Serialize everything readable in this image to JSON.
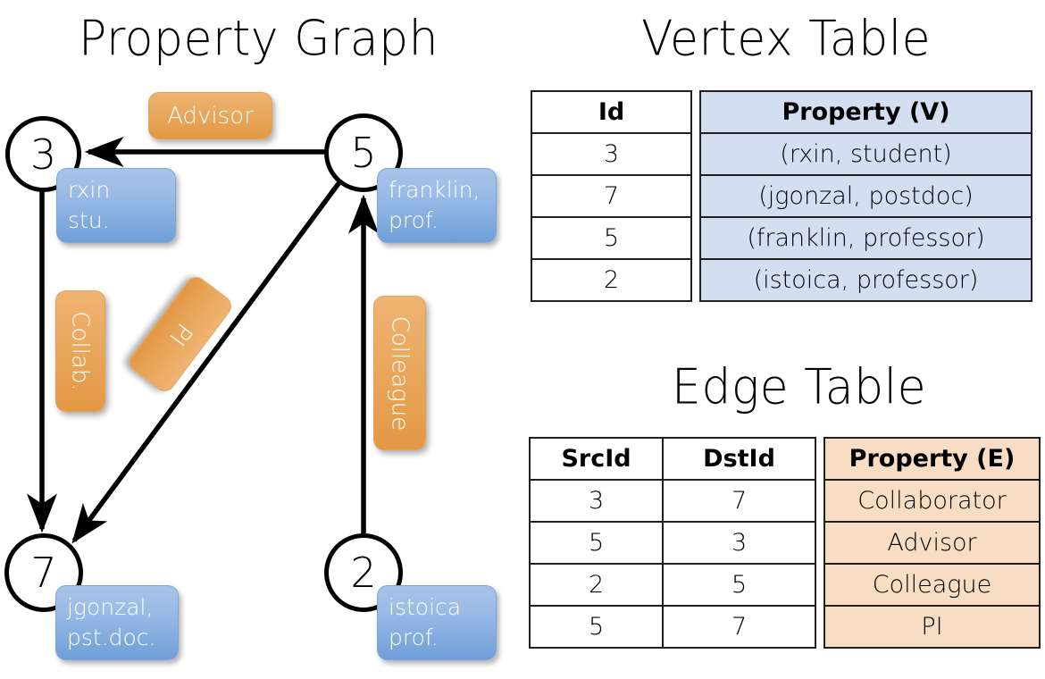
{
  "titles": {
    "property_graph": "Property Graph",
    "vertex_table": "Vertex Table",
    "edge_table": "Edge Table"
  },
  "colors": {
    "vertex_property_fill": "#d3dff1",
    "edge_property_fill": "#f7ddc4",
    "node_property_box": "#9bbbe6",
    "edge_label_box": "#e9a85e",
    "stroke": "#000000"
  },
  "graph": {
    "nodes": [
      {
        "id": "3",
        "property_lines": [
          "rxin",
          "stu."
        ]
      },
      {
        "id": "5",
        "property_lines": [
          "franklin,",
          "prof."
        ]
      },
      {
        "id": "7",
        "property_lines": [
          "jgonzal,",
          "pst.doc."
        ]
      },
      {
        "id": "2",
        "property_lines": [
          "istoica",
          "prof."
        ]
      }
    ],
    "edge_labels": [
      {
        "name": "advisor",
        "text": "Advisor"
      },
      {
        "name": "collab",
        "text": "Collab."
      },
      {
        "name": "pi",
        "text": "PI"
      },
      {
        "name": "colleague",
        "text": "Colleague"
      }
    ],
    "edges": [
      {
        "src": "5",
        "dst": "3",
        "label": "Advisor"
      },
      {
        "src": "3",
        "dst": "7",
        "label": "Collab."
      },
      {
        "src": "5",
        "dst": "7",
        "label": "PI"
      },
      {
        "src": "2",
        "dst": "5",
        "label": "Colleague"
      }
    ]
  },
  "vertex_table": {
    "headers": {
      "id": "Id",
      "property": "Property (V)"
    },
    "rows": [
      {
        "id": "3",
        "property": "(rxin, student)"
      },
      {
        "id": "7",
        "property": "(jgonzal, postdoc)"
      },
      {
        "id": "5",
        "property": "(franklin, professor)"
      },
      {
        "id": "2",
        "property": "(istoica, professor)"
      }
    ]
  },
  "edge_table": {
    "headers": {
      "src": "SrcId",
      "dst": "DstId",
      "property": "Property (E)"
    },
    "rows": [
      {
        "src": "3",
        "dst": "7",
        "property": "Collaborator"
      },
      {
        "src": "5",
        "dst": "3",
        "property": "Advisor"
      },
      {
        "src": "2",
        "dst": "5",
        "property": "Colleague"
      },
      {
        "src": "5",
        "dst": "7",
        "property": "PI"
      }
    ]
  }
}
